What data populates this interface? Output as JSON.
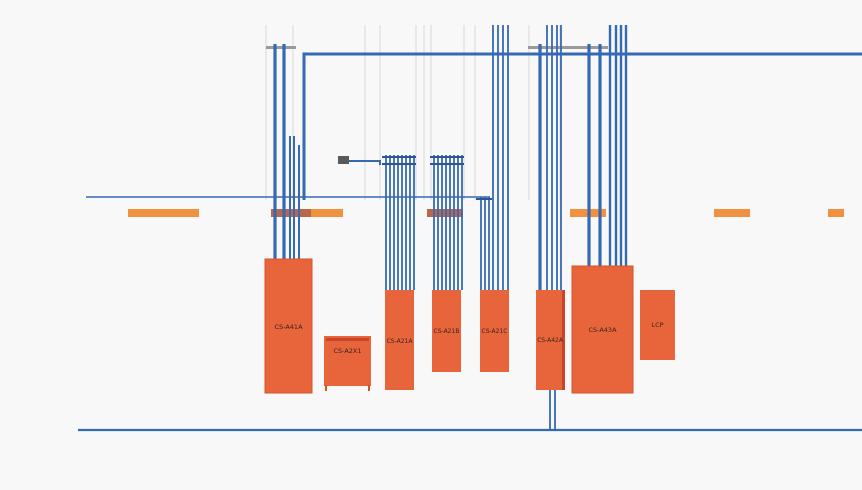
{
  "colors": {
    "background": "#f8f8f8",
    "conduit": "#3569b4",
    "conduit_dark": "#2a5598",
    "panel": "#e8643a",
    "panel_shade": "#d7522c",
    "tray": "#f1913f",
    "tray_dark": "#b8664c",
    "hanger": "#c8c8c8",
    "label": "#3a2520"
  },
  "panels": [
    {
      "id": "CS-A41A",
      "label": "CS-A41A"
    },
    {
      "id": "CS-A2X1",
      "label": "CS-A2X1"
    },
    {
      "id": "CS-A21A",
      "label": "CS-A21A"
    },
    {
      "id": "CS-A21B",
      "label": "CS-A21B"
    },
    {
      "id": "CS-A21C",
      "label": "CS-A21C"
    },
    {
      "id": "CS-A42A",
      "label": "CS-A42A"
    },
    {
      "id": "CS-A43A",
      "label": "CS-A43A"
    },
    {
      "id": "LCP",
      "label": "LCP"
    }
  ]
}
